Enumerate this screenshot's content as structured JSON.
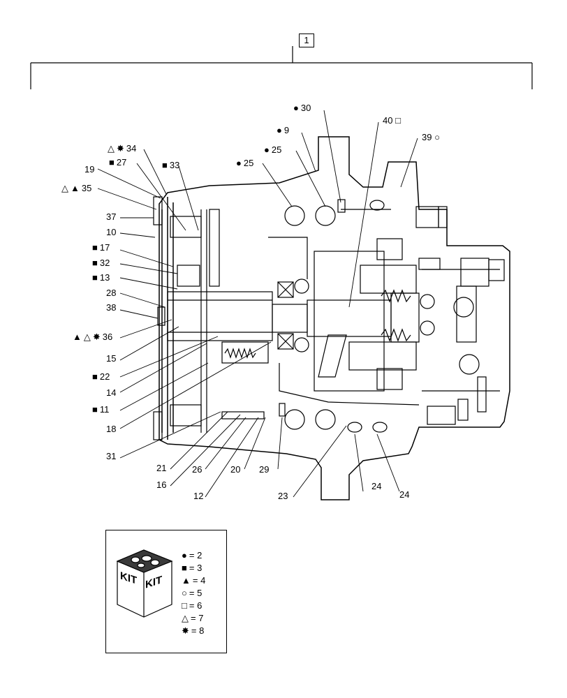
{
  "assembly_ref": "1",
  "symbols": {
    "filled_circle": "●",
    "filled_square": "■",
    "filled_triangle": "▲",
    "open_circle": "○",
    "open_square": "□",
    "open_triangle": "△",
    "star": "✸"
  },
  "callouts": {
    "c30": "30",
    "c9": "9",
    "c25a": "25",
    "c25b": "25",
    "c40": "40",
    "c39": "39",
    "c34": "34",
    "c27": "27",
    "c33": "33",
    "c19": "19",
    "c35": "35",
    "c37": "37",
    "c10": "10",
    "c17": "17",
    "c32": "32",
    "c13": "13",
    "c28": "28",
    "c38": "38",
    "c36": "36",
    "c15": "15",
    "c22": "22",
    "c14": "14",
    "c11": "11",
    "c18": "18",
    "c31": "31",
    "c21": "21",
    "c16": "16",
    "c26": "26",
    "c12": "12",
    "c20": "20",
    "c29": "29",
    "c23": "23",
    "c24a": "24",
    "c24b": "24"
  },
  "legend": {
    "kit_word": "KIT",
    "rows": [
      {
        "symbol": "●",
        "text": "= 2"
      },
      {
        "symbol": "■",
        "text": "= 3"
      },
      {
        "symbol": "▲",
        "text": "= 4"
      },
      {
        "symbol": "○",
        "text": "= 5"
      },
      {
        "symbol": "□",
        "text": "= 6"
      },
      {
        "symbol": "△",
        "text": "= 7"
      },
      {
        "symbol": "✸",
        "text": "= 8"
      }
    ]
  }
}
